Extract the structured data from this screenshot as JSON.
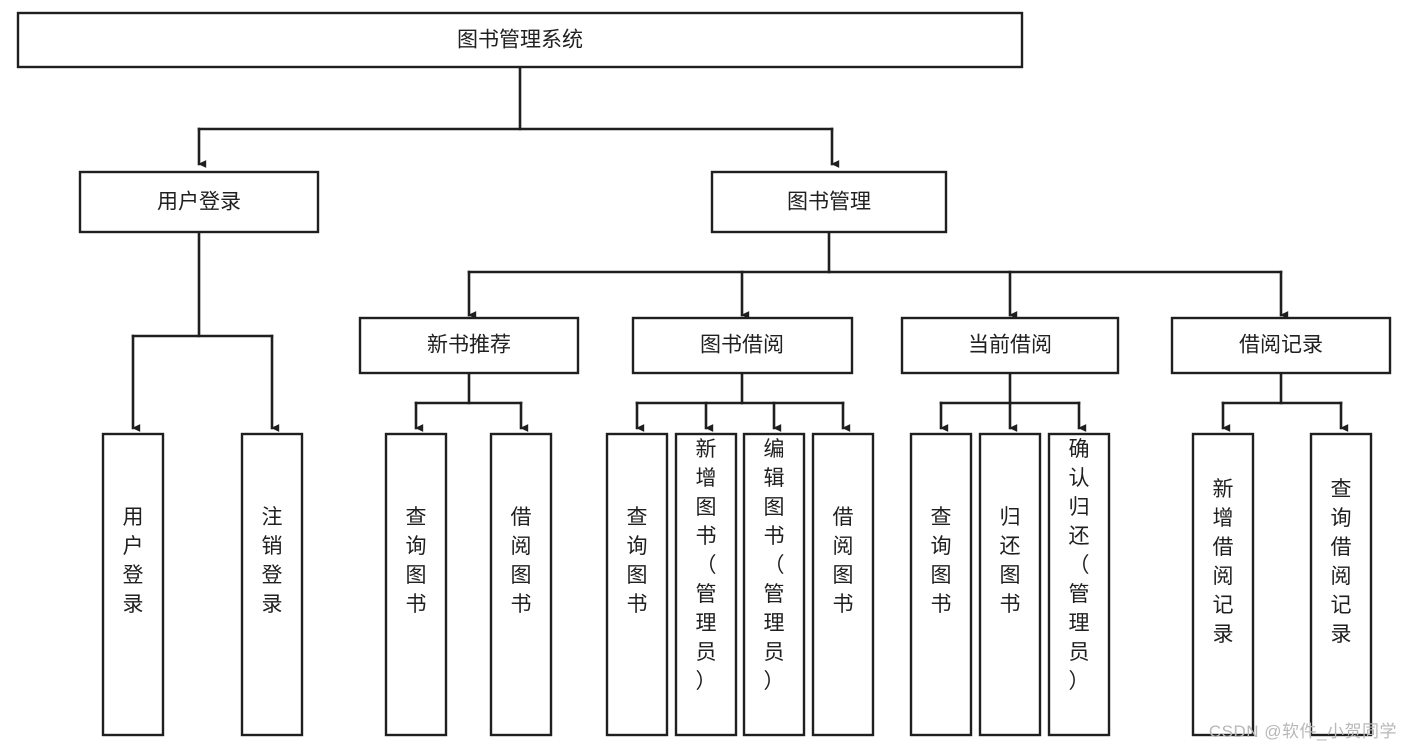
{
  "diagram": {
    "type": "tree-hierarchy",
    "title": "图书管理系统",
    "watermark": "CSDN @软件_小贺同学",
    "levels": {
      "root": {
        "label": "图书管理系统"
      },
      "level2": [
        {
          "id": "user-login",
          "label": "用户登录"
        },
        {
          "id": "book-manage",
          "label": "图书管理"
        }
      ],
      "level3": [
        {
          "id": "new-book-recommend",
          "label": "新书推荐",
          "parent": "book-manage"
        },
        {
          "id": "book-borrow",
          "label": "图书借阅",
          "parent": "book-manage"
        },
        {
          "id": "current-borrow",
          "label": "当前借阅",
          "parent": "book-manage"
        },
        {
          "id": "borrow-record",
          "label": "借阅记录",
          "parent": "book-manage"
        }
      ],
      "leaves": [
        {
          "id": "leaf-user-login",
          "label": "用户登录",
          "parent": "user-login"
        },
        {
          "id": "leaf-user-logout",
          "label": "注销登录",
          "parent": "user-login"
        },
        {
          "id": "leaf-query-book-1",
          "label": "查询图书",
          "parent": "new-book-recommend"
        },
        {
          "id": "leaf-borrow-book-1",
          "label": "借阅图书",
          "parent": "new-book-recommend"
        },
        {
          "id": "leaf-query-book-2",
          "label": "查询图书",
          "parent": "book-borrow"
        },
        {
          "id": "leaf-add-book",
          "label": "新增图书（管理员）",
          "parent": "book-borrow"
        },
        {
          "id": "leaf-edit-book",
          "label": "编辑图书（管理员）",
          "parent": "book-borrow"
        },
        {
          "id": "leaf-borrow-book-2",
          "label": "借阅图书",
          "parent": "book-borrow"
        },
        {
          "id": "leaf-query-book-3",
          "label": "查询图书",
          "parent": "current-borrow"
        },
        {
          "id": "leaf-return-book",
          "label": "归还图书",
          "parent": "current-borrow"
        },
        {
          "id": "leaf-confirm-return",
          "label": "确认归还（管理员）",
          "parent": "current-borrow"
        },
        {
          "id": "leaf-add-record",
          "label": "新增借阅记录",
          "parent": "borrow-record"
        },
        {
          "id": "leaf-query-record",
          "label": "查询借阅记录",
          "parent": "borrow-record"
        }
      ]
    },
    "colors": {
      "stroke": "#1f1f1f",
      "fill": "#ffffff",
      "text": "#202020",
      "watermark": "#b8b8b8"
    }
  }
}
